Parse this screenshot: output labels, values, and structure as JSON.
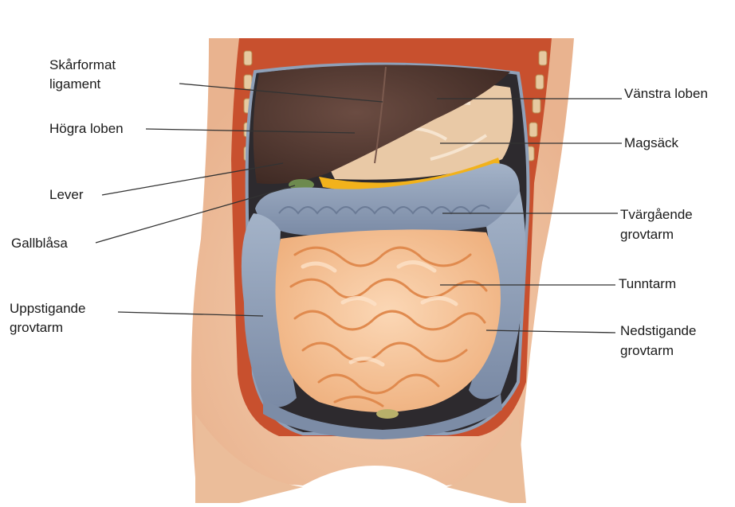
{
  "labels": {
    "skarformat_1": "Skårformat",
    "skarformat_2": "ligament",
    "hogra_loben": "Högra loben",
    "lever": "Lever",
    "gallblasa": "Gallblåsa",
    "uppstigande_1": "Uppstigande",
    "uppstigande_2": "grovtarm",
    "vanstra_loben": "Vänstra loben",
    "magsack": "Magsäck",
    "tvargaende_1": "Tvärgående",
    "tvargaende_2": "grovtarm",
    "tunntarm": "Tunntarm",
    "nedstigande_1": "Nedstigande",
    "nedstigande_2": "grovtarm"
  },
  "colors": {
    "skin": "#f2c7a4",
    "skin_shade": "#e3ac88",
    "muscle": "#c8502e",
    "liver": "#5a4038",
    "stomach": "#e9c9a6",
    "fat_yellow": "#f2b21b",
    "colon": "#8d9fb8",
    "colon_dark": "#6f7f99",
    "small_intestine": "#f4c39a",
    "small_intestine_shadow": "#e08a4e",
    "leader_line": "#333333"
  }
}
